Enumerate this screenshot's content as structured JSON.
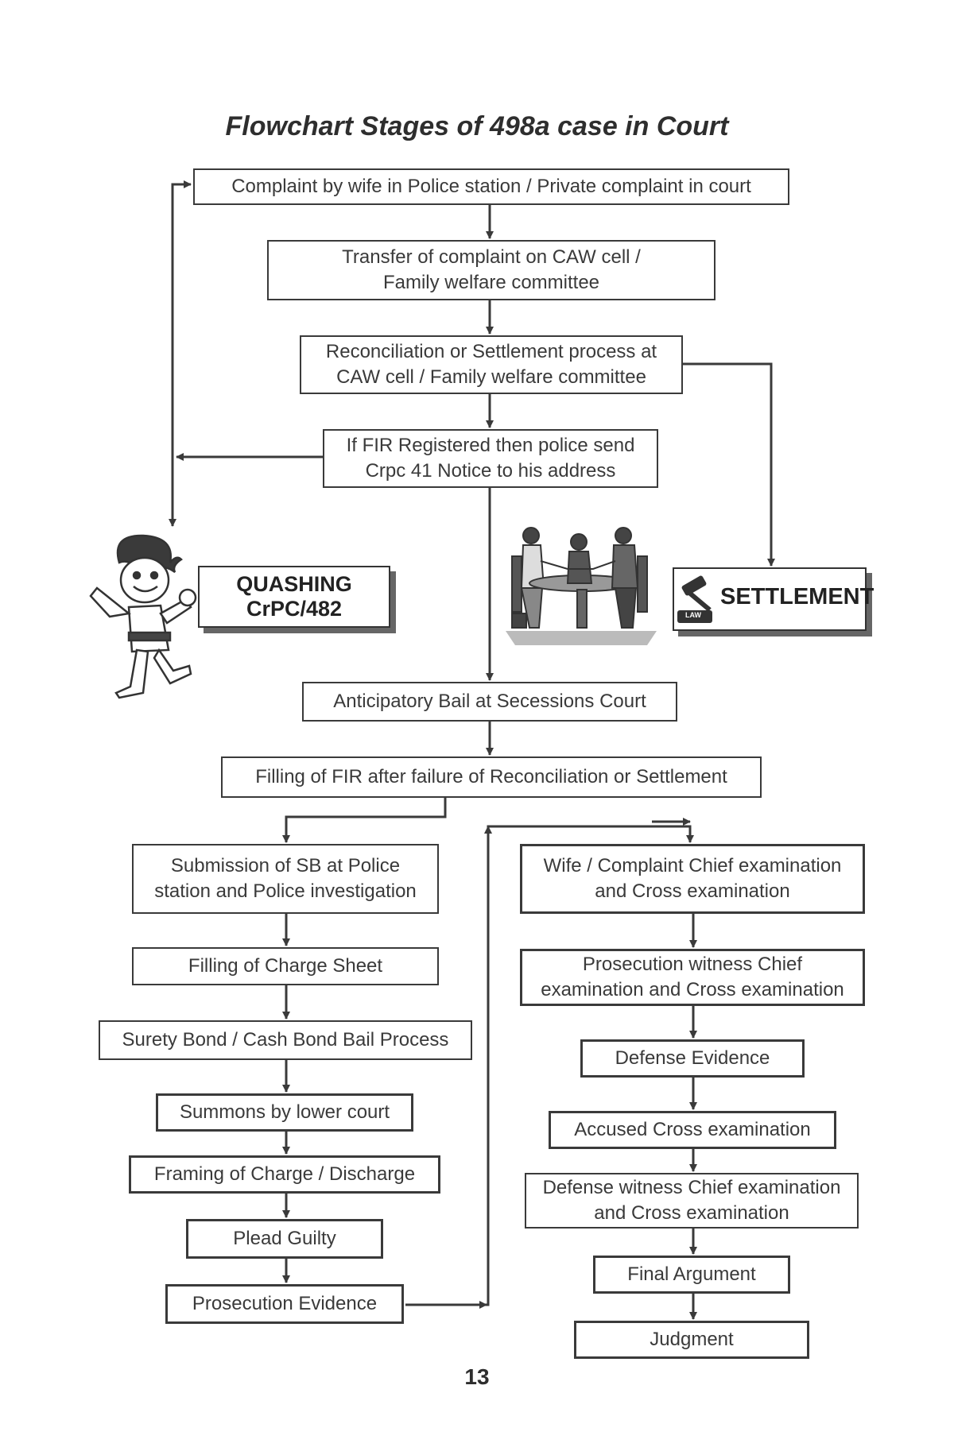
{
  "title": "Flowchart Stages of 498a case in Court",
  "page_number": "13",
  "nodes": {
    "complaint": "Complaint by wife in Police station / Private complaint in court",
    "transfer": "Transfer of complaint on CAW cell /\nFamily welfare committee",
    "reconciliation": "Reconciliation or Settlement process at\nCAW cell / Family welfare committee",
    "fir_notice": "If FIR Registered then police send\nCrpc 41 Notice to his address",
    "anticipatory_bail": "Anticipatory Bail at Secessions Court",
    "filling_fir": "Filling of FIR after failure of Reconciliation or Settlement",
    "submission_sb": "Submission of SB at Police\nstation and Police investigation",
    "charge_sheet": "Filling of Charge Sheet",
    "surety_bond": "Surety Bond / Cash Bond Bail Process",
    "summons": "Summons by lower court",
    "framing_charge": "Framing of Charge / Discharge",
    "plead_guilty": "Plead Guilty",
    "prosecution_evidence": "Prosecution Evidence",
    "wife_examination": "Wife / Complaint Chief examination\nand Cross examination",
    "prosecution_witness": "Prosecution witness Chief\nexamination and Cross examination",
    "defense_evidence": "Defense Evidence",
    "accused_cross": "Accused Cross examination",
    "defense_witness": "Defense witness Chief examination\nand Cross examination",
    "final_argument": "Final Argument",
    "judgment": "Judgment"
  },
  "badges": {
    "quashing": "QUASHING\nCrPC/482",
    "settlement": "SETTLEMENT",
    "gavel_plate": "LAW"
  },
  "illustrations": {
    "karate_boy": "karate-boy-illustration",
    "meeting": "business-meeting-illustration",
    "gavel": "gavel-icon"
  },
  "colors": {
    "stroke": "#3a3a3a",
    "text": "#2e2e2e",
    "shadow": "#666666"
  }
}
